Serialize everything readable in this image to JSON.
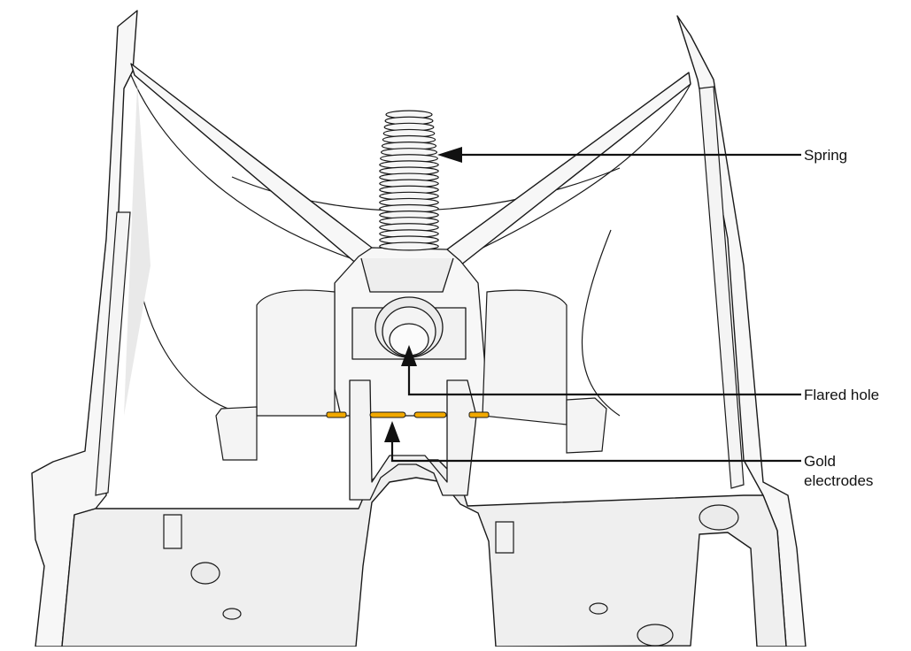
{
  "labels": {
    "spring": "Spring",
    "flared_hole": "Flared hole",
    "gold_electrodes_line1": "Gold",
    "gold_electrodes_line2": "electrodes"
  },
  "colors": {
    "outline": "#1a1a1a",
    "body_fill": "#f7f7f7",
    "shade": "#e4e4e4",
    "electrode": "#f2a900",
    "arrow": "#111111"
  }
}
